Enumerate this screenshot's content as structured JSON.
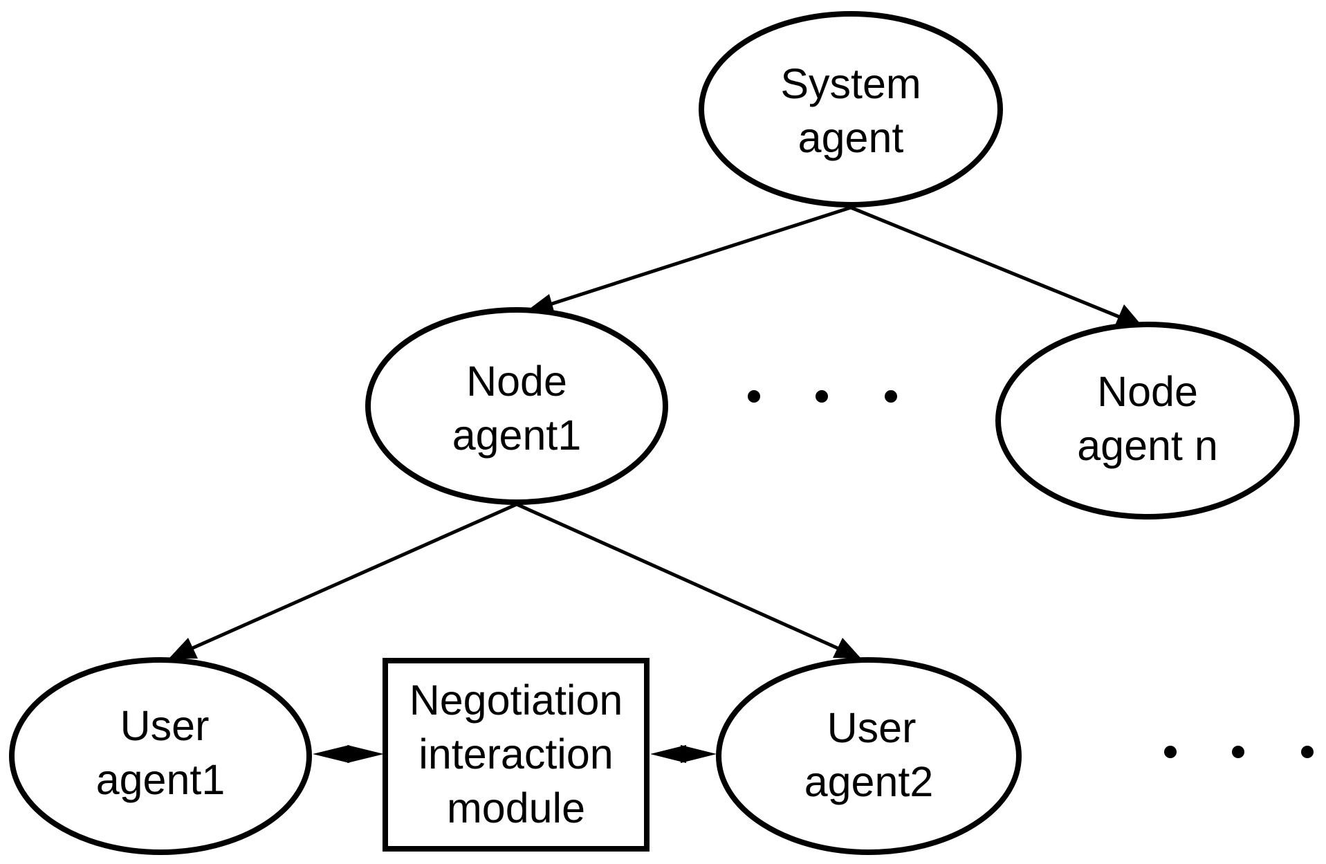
{
  "nodes": {
    "system_agent": {
      "line1": "System",
      "line2": "agent"
    },
    "node_agent_1": {
      "line1": "Node",
      "line2": "agent1"
    },
    "node_agent_n": {
      "line1": "Node",
      "line2": "agent n"
    },
    "user_agent_1": {
      "line1": "User",
      "line2": "agent1"
    },
    "user_agent_2": {
      "line1": "User",
      "line2": "agent2"
    },
    "negotiation_module": {
      "line1": "Negotiation",
      "line2": "interaction",
      "line3": "module"
    }
  },
  "ellipsis_groups": {
    "node_level_dots": 3,
    "user_level_dots": 3
  },
  "colors": {
    "stroke": "#000000",
    "background": "#ffffff"
  }
}
